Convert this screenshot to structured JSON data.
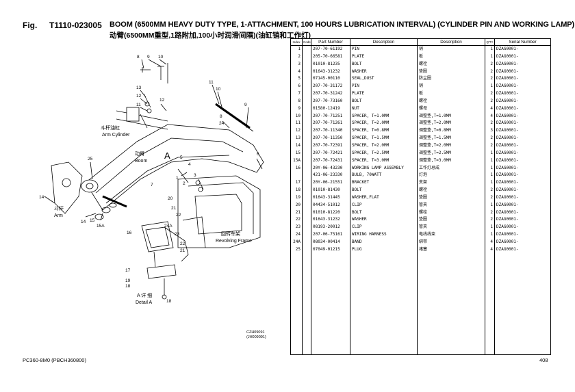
{
  "header": {
    "fig_label": "Fig.",
    "code": "T1110-023005",
    "title": "BOOM (6500MM HEAVY DUTY TYPE, 1-ATTACHMENT, 100 HOURS LUBRICATION INTERVAL) (CYLINDER PIN AND WORKING LAMP)",
    "subtitle": "动臂(6500MM重型,1路附加,100小时润滑间隔)(油缸销和工作灯)"
  },
  "diagram": {
    "arm_cylinder_cn": "斗杆油缸",
    "arm_cylinder_en": "Arm Cylinder",
    "boom_cn": "动臂",
    "boom_en": "Boom",
    "arm_cn": "斗杆",
    "arm_en": "Arm",
    "frame_cn": "回转车架",
    "frame_en": "Revolving Frame",
    "detail_cn": "A 详 细",
    "detail_en": "Detail A",
    "detail_letter": "A",
    "ref1": "CZH09091",
    "ref2": "(JH009091)",
    "callouts": [
      "1",
      "2",
      "3",
      "4",
      "5",
      "6",
      "7",
      "8",
      "9",
      "10",
      "11",
      "12",
      "13",
      "14",
      "14",
      "15",
      "15A",
      "16",
      "17",
      "18",
      "19",
      "20",
      "21",
      "22",
      "23",
      "24",
      "24",
      "24A",
      "25",
      "8",
      "9",
      "10",
      "11",
      "12",
      "13"
    ]
  },
  "table": {
    "headers": [
      "Index",
      "Code",
      "Part Number",
      "Description",
      "Description",
      "Q'TY",
      "Serial Number"
    ],
    "rows": [
      {
        "index": "1",
        "code": "",
        "part": "207-70-61192",
        "desc_en": "PIN",
        "desc_cn": "销",
        "qty": "1",
        "serial": "DZAG0001-"
      },
      {
        "index": "2",
        "code": "",
        "part": "205-70-66581",
        "desc_en": "PLATE",
        "desc_cn": "板",
        "qty": "1",
        "serial": "DZAG0001-"
      },
      {
        "index": "3",
        "code": "",
        "part": "01010-81235",
        "desc_en": "BOLT",
        "desc_cn": "螺栓",
        "qty": "2",
        "serial": "DZAG0001-"
      },
      {
        "index": "4",
        "code": "",
        "part": "01643-31232",
        "desc_en": "WASHER",
        "desc_cn": "垫圈",
        "qty": "2",
        "serial": "DZAG0001-"
      },
      {
        "index": "5",
        "code": "",
        "part": "07145-00110",
        "desc_en": "SEAL,DUST",
        "desc_cn": "防尘圈",
        "qty": "2",
        "serial": "DZAG0001-"
      },
      {
        "index": "6",
        "code": "",
        "part": "207-70-31172",
        "desc_en": "PIN",
        "desc_cn": "销",
        "qty": "1",
        "serial": "DZAG0001-"
      },
      {
        "index": "7",
        "code": "",
        "part": "207-70-31242",
        "desc_en": "PLATE",
        "desc_cn": "板",
        "qty": "2",
        "serial": "DZAG0001-"
      },
      {
        "index": "8",
        "code": "",
        "part": "207-70-73160",
        "desc_en": "BOLT",
        "desc_cn": "螺栓",
        "qty": "2",
        "serial": "DZAG0001-"
      },
      {
        "index": "9",
        "code": "",
        "part": "01580-12419",
        "desc_en": "NUT",
        "desc_cn": "螺母",
        "qty": "4",
        "serial": "DZAG0001-"
      },
      {
        "index": "10",
        "code": "",
        "part": "207-70-71251",
        "desc_en": "SPACER, T=1.0MM",
        "desc_cn": "调整垫,T=1.0MM",
        "qty": "4",
        "serial": "DZAG0001-"
      },
      {
        "index": "11",
        "code": "",
        "part": "207-70-71261",
        "desc_en": "SPACER, T=2.0MM",
        "desc_cn": "调整垫,T=2.0MM",
        "qty": "2",
        "serial": "DZAG0001-"
      },
      {
        "index": "12",
        "code": "",
        "part": "207-70-11340",
        "desc_en": "SPACER, T=0.8MM",
        "desc_cn": "调整垫,T=0.8MM",
        "qty": "3",
        "serial": "DZAG0001-"
      },
      {
        "index": "13",
        "code": "",
        "part": "207-70-11350",
        "desc_en": "SPACER, T=1.5MM",
        "desc_cn": "调整垫,T=1.5MM",
        "qty": "2",
        "serial": "DZAG0001-"
      },
      {
        "index": "14",
        "code": "",
        "part": "207-70-72391",
        "desc_en": "SPACER, T=2.0MM",
        "desc_cn": "调整垫,T=2.0MM",
        "qty": "2",
        "serial": "DZAG0001-"
      },
      {
        "index": "15",
        "code": "",
        "part": "207-70-72421",
        "desc_en": "SPACER, T=2.5MM",
        "desc_cn": "调整垫,T=2.5MM",
        "qty": "1",
        "serial": "DZAG0001-"
      },
      {
        "index": "15A",
        "code": "",
        "part": "207-70-72431",
        "desc_en": "SPACER, T=3.0MM",
        "desc_cn": "调整垫,T=3.0MM",
        "qty": "1",
        "serial": "DZAG0001-"
      },
      {
        "index": "16",
        "code": "",
        "part": "20Y-06-43230",
        "desc_en": "WORKING LAMP ASSEMBLY",
        "desc_cn": "工作灯总成",
        "qty": "1",
        "serial": "DZAG0001-"
      },
      {
        "index": "",
        "code": "",
        "part": "421-06-23330",
        "desc_en": " BULB, 70WATT",
        "desc_cn": "灯泡",
        "qty": "1",
        "serial": "DZAG0001-"
      },
      {
        "index": "17",
        "code": "",
        "part": "20Y-06-21551",
        "desc_en": "BRACKET",
        "desc_cn": "支架",
        "qty": "1",
        "serial": "DZAG0001-"
      },
      {
        "index": "18",
        "code": "",
        "part": "01010-81430",
        "desc_en": "BOLT",
        "desc_cn": "螺栓",
        "qty": "2",
        "serial": "DZAG0001-"
      },
      {
        "index": "19",
        "code": "",
        "part": "01643-31445",
        "desc_en": "WASHER,FLAT",
        "desc_cn": "垫圈",
        "qty": "2",
        "serial": "DZAG0001-"
      },
      {
        "index": "20",
        "code": "",
        "part": "04434-51012",
        "desc_en": "CLIP",
        "desc_cn": "管夹",
        "qty": "1",
        "serial": "DZAG0001-"
      },
      {
        "index": "21",
        "code": "",
        "part": "01010-81220",
        "desc_en": "BOLT",
        "desc_cn": "螺栓",
        "qty": "2",
        "serial": "DZAG0001-"
      },
      {
        "index": "22",
        "code": "",
        "part": "01643-31232",
        "desc_en": "WASHER",
        "desc_cn": "垫圈",
        "qty": "2",
        "serial": "DZAG0001-"
      },
      {
        "index": "23",
        "code": "",
        "part": "08193-20012",
        "desc_en": "CLIP",
        "desc_cn": "管夹",
        "qty": "1",
        "serial": "DZAG0001-"
      },
      {
        "index": "24",
        "code": "",
        "part": "207-06-75161",
        "desc_en": "WIRING HARNESS",
        "desc_cn": "电线线束",
        "qty": "1",
        "serial": "DZAG0001-"
      },
      {
        "index": "24A",
        "code": "",
        "part": "08034-00414",
        "desc_en": "BAND",
        "desc_cn": "绑带",
        "qty": "4",
        "serial": "DZAG0001-"
      },
      {
        "index": "25",
        "code": "",
        "part": "07049-01215",
        "desc_en": "PLUG",
        "desc_cn": "堵塞",
        "qty": "4",
        "serial": "DZAG0001-"
      }
    ]
  },
  "footer": {
    "model": "PC360-8M0 (PBCH360800)",
    "page": "408"
  }
}
